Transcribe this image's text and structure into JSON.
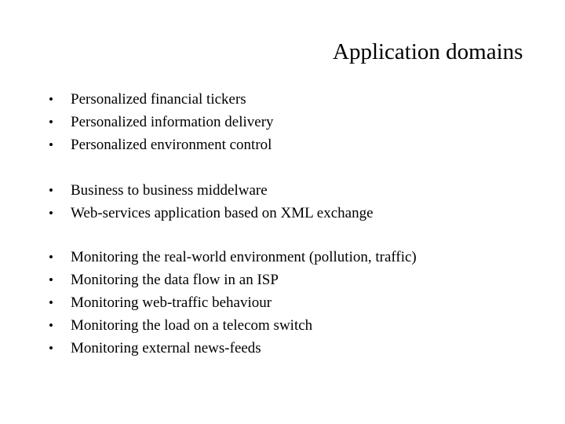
{
  "slide": {
    "title": "Application domains",
    "bullet_char": "•",
    "background_color": "#ffffff",
    "text_color": "#000000",
    "groups": [
      {
        "items": [
          "Personalized financial tickers",
          "Personalized information delivery",
          "Personalized environment control"
        ]
      },
      {
        "items": [
          "Business to business middelware",
          "Web-services application based on XML exchange"
        ]
      },
      {
        "items": [
          "Monitoring the real-world environment (pollution, traffic)",
          "Monitoring the data flow in an ISP",
          "Monitoring web-traffic behaviour",
          "Monitoring the load on a telecom switch",
          "Monitoring external news-feeds"
        ]
      }
    ]
  }
}
